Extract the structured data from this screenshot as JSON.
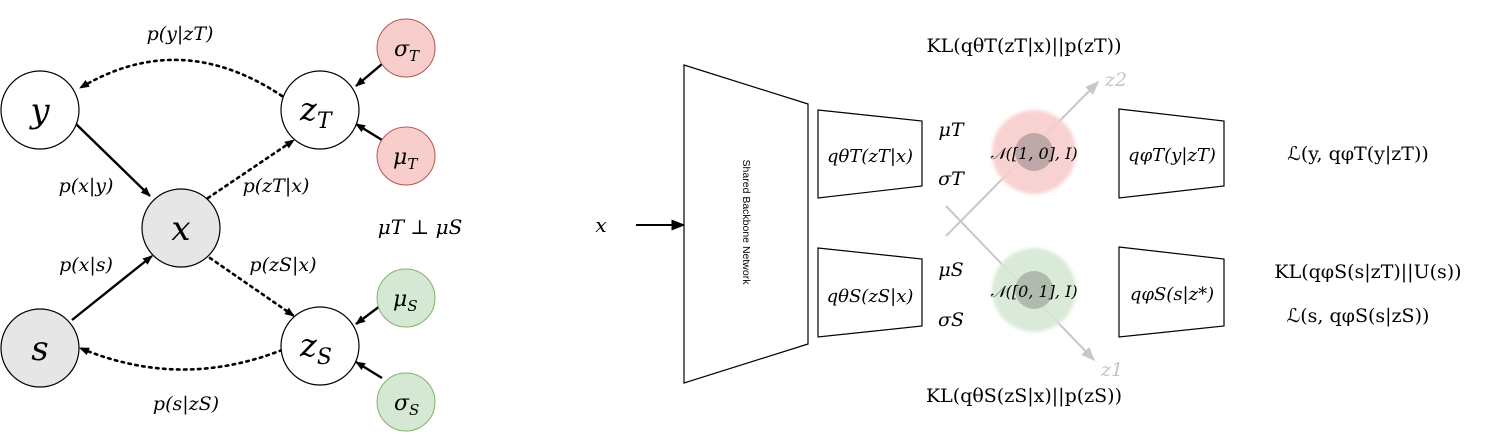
{
  "graphical_model": {
    "nodes": [
      {
        "id": "y",
        "label": "y",
        "observed": false
      },
      {
        "id": "x",
        "label": "x",
        "observed": true
      },
      {
        "id": "s",
        "label": "s",
        "observed": true
      },
      {
        "id": "zT",
        "label": "z",
        "sub": "T",
        "observed": false
      },
      {
        "id": "zS",
        "label": "z",
        "sub": "S",
        "observed": false
      },
      {
        "id": "sigmaT",
        "label": "σ",
        "sub": "T",
        "color": "#f8cecc",
        "stroke": "#b85450"
      },
      {
        "id": "muT",
        "label": "μ",
        "sub": "T",
        "color": "#f8cecc",
        "stroke": "#b85450"
      },
      {
        "id": "muS",
        "label": "μ",
        "sub": "S",
        "color": "#d5e8d4",
        "stroke": "#82b366"
      },
      {
        "id": "sigmaS",
        "label": "σ",
        "sub": "S",
        "color": "#d5e8d4",
        "stroke": "#82b366"
      }
    ],
    "edge_labels": {
      "p_y_zT": "p(y|zT)",
      "p_x_y": "p(x|y)",
      "p_zT_x": "p(zT|x)",
      "p_x_s": "p(x|s)",
      "p_zS_x": "p(zS|x)",
      "p_s_zS": "p(s|zS)"
    },
    "independence": "μT ⊥ μS"
  },
  "architecture": {
    "input": "x",
    "backbone": "Shared Backbone Network",
    "encoder_T": "qθT(zT|x)",
    "encoder_S": "qθS(zS|x)",
    "mu_T": "μT",
    "sigma_T": "σT",
    "mu_S": "μS",
    "sigma_S": "σS",
    "prior_T": "𝒩([1, 0], I)",
    "prior_S": "𝒩([0, 1], I)",
    "axis_z2": "z2",
    "axis_z1": "z1",
    "decoder_T": "qφT(y|zT)",
    "decoder_S": "qφS(s|z*)",
    "kl_top": "KL(qθT(zT|x)||p(zT))",
    "kl_bottom": "KL(qθS(zS|x)||p(zS))",
    "loss_y": "ℒ(y, qφT(y|zT))",
    "kl_uniform": "KL(qφS(s|zT)||U(s))",
    "loss_s": "ℒ(s, qφS(s|zS))",
    "colors": {
      "red_blob": "#f8cecc",
      "green_blob": "#d5e8d4",
      "inner": "#b0b0b0",
      "axis": "#c8c8c8"
    }
  }
}
